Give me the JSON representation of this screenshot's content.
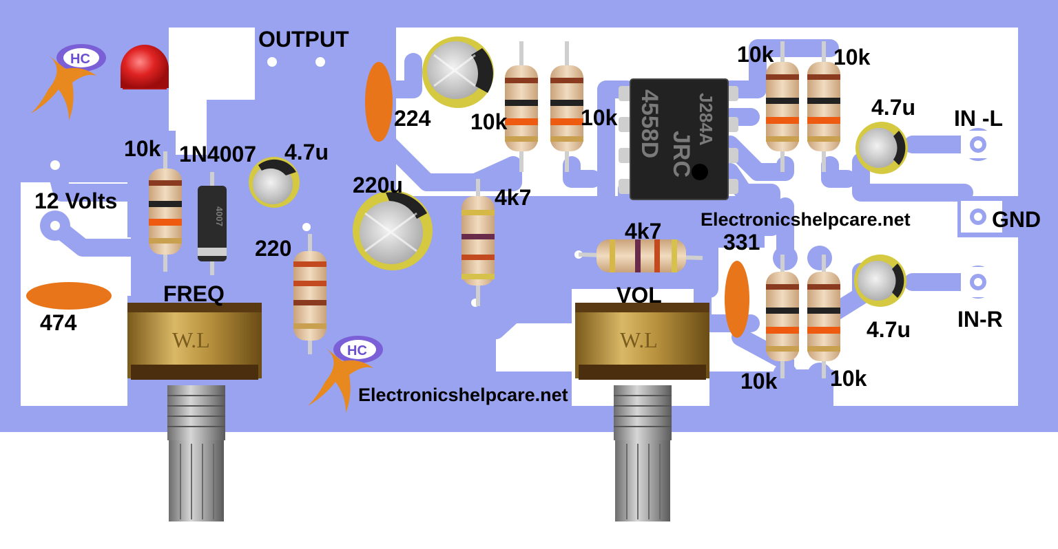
{
  "labels": {
    "output": "OUTPUT",
    "cap_224": "224",
    "r_10k_top1": "10k",
    "r_10k_top2": "10k",
    "r_10k_right_top1": "10k",
    "r_10k_right_top2": "10k",
    "cap_47u_in_l": "4.7u",
    "in_l": "IN -L",
    "r_10k_left": "10k",
    "diode": "1N4007",
    "cap_47u_left": "4.7u",
    "cap_220u": "220u",
    "r_4k7_a": "4k7",
    "twelve_volts": "12 Volts",
    "website_1": "Electronicshelpcare.net",
    "gnd": "GND",
    "r_220": "220",
    "r_4k7_b": "4k7",
    "cap_331": "331",
    "freq": "FREQ",
    "vol": "VOL",
    "cap_474": "474",
    "in_r": "IN-R",
    "cap_47u_in_r": "4.7u",
    "r_10k_bottom1": "10k",
    "r_10k_bottom2": "10k",
    "website_2": "Electronicshelpcare.net"
  },
  "chip": {
    "line1": "4558D",
    "line2": "JRC",
    "line3": "J284A"
  },
  "diode_marking": "4007",
  "pot_marking": "W.L",
  "logo_text": "HC",
  "colors": {
    "board": "#ffffff",
    "copper": "#99a3ef",
    "led": "#d81e1e",
    "ceramic_cap": "#e8751a",
    "pot_body": "#b08a3c"
  }
}
